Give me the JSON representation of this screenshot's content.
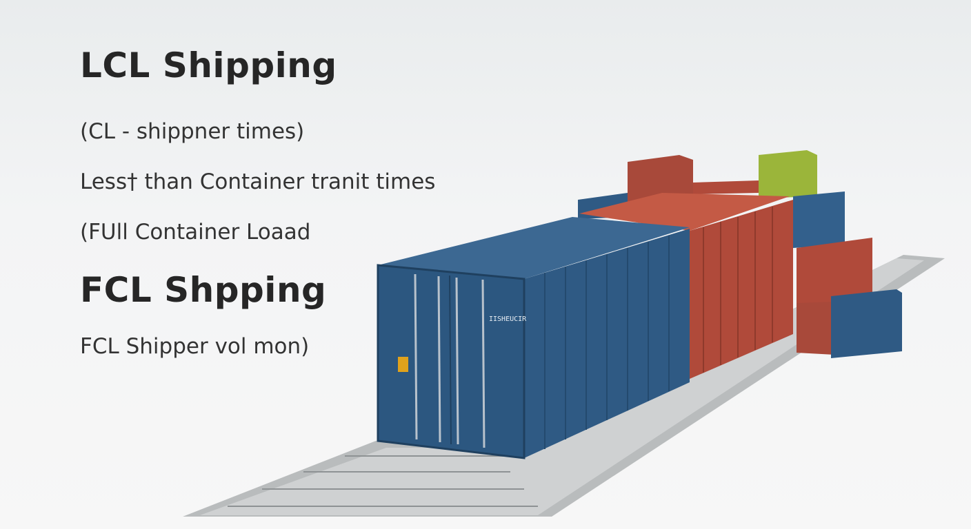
{
  "slide": {
    "heading_lcl": "LCL Shipping",
    "line1": "(CL - shippner times)",
    "line2": "Less† than Container tranit times",
    "line3": "(FUll Container Loaad",
    "heading_fcl": "FCL Shpping",
    "line4": "FCL Shipper vol mon)"
  },
  "illustration": {
    "container_marking": "IISHEUCIR",
    "colors": {
      "blue": "#2f5a84",
      "red": "#b04a3a",
      "green": "#9bb53a"
    }
  }
}
